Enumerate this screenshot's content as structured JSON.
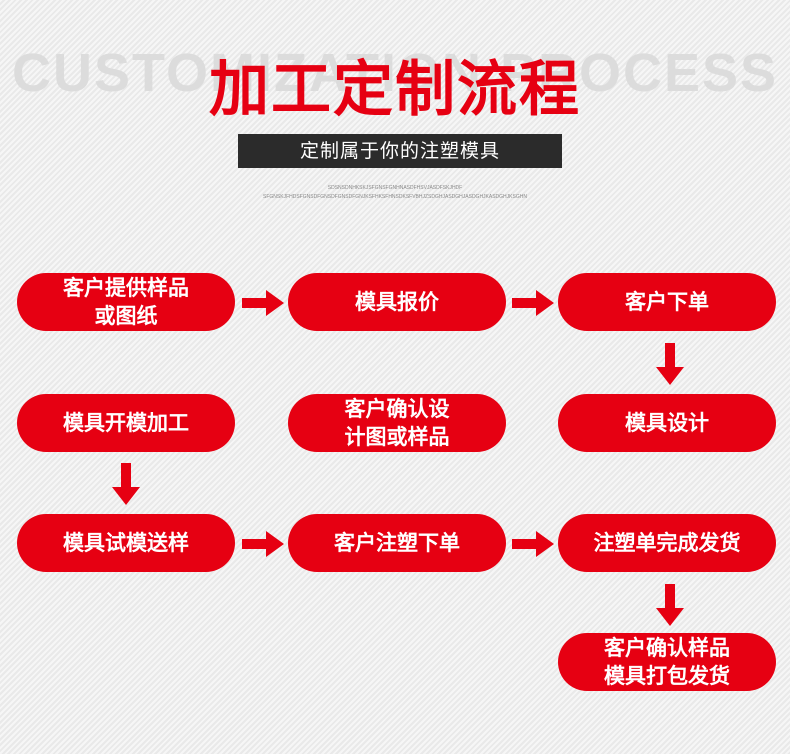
{
  "header": {
    "bg_text": "CUSTOMIZATION PROCESS",
    "title": "加工定制流程",
    "subtitle": "定制属于你的注塑模具",
    "tiny_line_1": "SDSNSDNHKSKJSFGNSFGNHNASDFHSVJASDFSKJHDF",
    "tiny_line_2": "SFGNSKJFHDSFGNSDFGNSDFGNSDFGNJKSFHKSFHNSDKSFVBHJZSDGHJASDGHJASDGHJKASDGHJKSGHN"
  },
  "steps": {
    "s1": "客户提供样品\n或图纸",
    "s2": "模具报价",
    "s3": "客户下单",
    "s4": "模具设计",
    "s5": "客户确认设\n计图或样品",
    "s6": "模具开模加工",
    "s7": "模具试模送样",
    "s8": "客户注塑下单",
    "s9": "注塑单完成发货",
    "s10": "客户确认样品\n模具打包发货"
  },
  "colors": {
    "accent": "#e60012",
    "subtitle_bg": "#2b2b2b",
    "background": "#efefef"
  },
  "icons": {
    "flow_arrow": "arrow-icon"
  }
}
